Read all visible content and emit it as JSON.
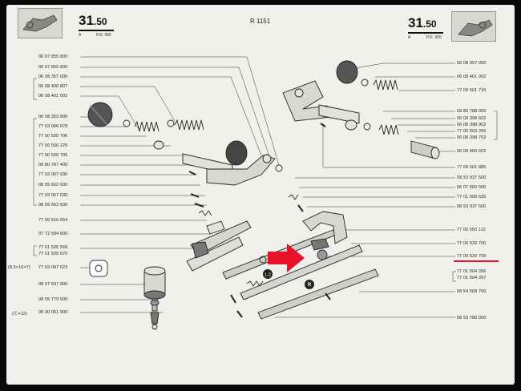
{
  "header": {
    "section_left": "31",
    "section_left_sub": ".50",
    "left_a": "A",
    "left_pr": "P.R. 995",
    "ref": "R 1151",
    "section_right": "31",
    "section_right_sub": ".50",
    "right_a": "A",
    "right_pr": "P.R. 995"
  },
  "left_labels": [
    "06 07 855 800",
    "06 07 855 800",
    "06 08 357 000",
    "06 08 400 807",
    "06 08 401 002",
    "06 08 353 800",
    "77 03 066 078",
    "77 00 500 706",
    "77 00 500 229",
    "77 00 500 705",
    "09 80 787 400",
    "77 03 067 030",
    "08 55 662 600",
    "77 03 067 030",
    "08 55 662 600",
    "77 00 510 654",
    "07 72 584 800",
    "77 01 505 569",
    "77 01 505 570",
    "77 03 087 023",
    "08 57 597 900",
    "08 55 779 500",
    "08 30 051 900"
  ],
  "left_prefixes": [
    "(8,5×16×7)",
    "(Ⓒ×12)"
  ],
  "right_labels": [
    "06 08 357 000",
    "06 08 401 002",
    "77 00 501 715",
    "09 80 788 000",
    "06 09 398 602",
    "06 08 398 902",
    "77 00 503 255",
    "06 08 398 702",
    "06 08 400 602",
    "77 00 501 885",
    "08 53 937 500",
    "06 07 650 500",
    "77 01 500 635",
    "08 53 937 500",
    "77 00 550 112",
    "77 00 520 700",
    "77 00 520 709",
    "77 01 504 266",
    "77 01 504 267",
    "08 54 568 700",
    "08 53 780 000"
  ],
  "rod_marks": [
    "1-2",
    "R"
  ],
  "highlight_color": "#e8132b"
}
